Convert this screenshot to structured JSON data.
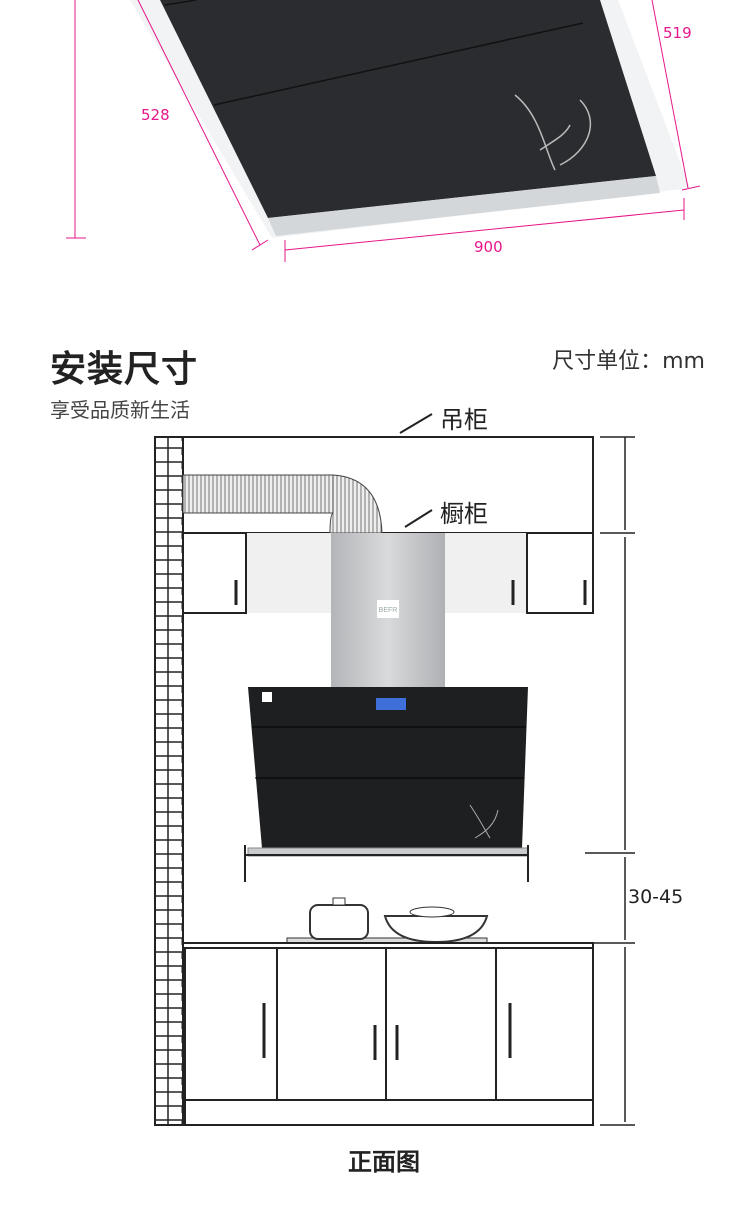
{
  "top_view": {
    "dim_depth_left": "528",
    "dim_depth_right": "519",
    "dim_width": "900",
    "dimension_color": "#e5178a"
  },
  "section": {
    "title": "安装尺寸",
    "subtitle": "享受品质新生活",
    "unit": "尺寸单位：mm"
  },
  "diagram": {
    "label_wall_cabinet": "吊柜",
    "label_cabinet": "橱柜",
    "dim_gap": "30-45",
    "caption": "正面图",
    "brand": "BEFR"
  }
}
